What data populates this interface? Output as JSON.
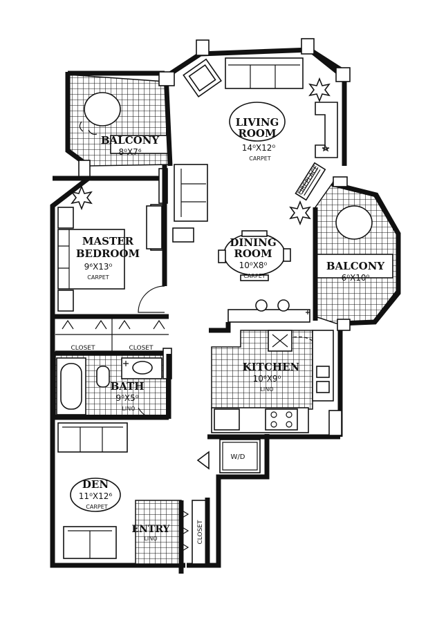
{
  "rooms": {
    "living": {
      "name_line1": "LIVING",
      "name_line2": "ROOM",
      "dims": "14⁰X12⁰",
      "floor": "CARPET"
    },
    "dining": {
      "name_line1": "DINING",
      "name_line2": "ROOM",
      "dims": "10⁰X8⁰",
      "floor": "CARPET"
    },
    "balcony_top": {
      "name": "BALCONY",
      "dims": "8⁰X7⁶"
    },
    "balcony_right": {
      "name": "BALCONY",
      "dims": "6⁰X10⁰"
    },
    "master": {
      "name_line1": "MASTER",
      "name_line2": "BEDROOM",
      "dims": "9⁶X13⁰",
      "floor": "CARPET"
    },
    "kitchen": {
      "name": "KITCHEN",
      "dims": "10⁶X9⁰",
      "floor": "LINO"
    },
    "bath": {
      "name": "BATH",
      "dims": "9⁶X5⁰",
      "floor": "LINO"
    },
    "den": {
      "name": "DEN",
      "dims": "11⁰X12⁶",
      "floor": "CARPET"
    },
    "entry": {
      "name": "ENTRY",
      "floor": "LINO"
    }
  },
  "fixtures": {
    "closet_left": "CLOSET",
    "closet_right": "CLOSET",
    "closet_entry": "CLOSET",
    "washer_dryer": "W/D",
    "fireplace": "FIREPLACE"
  }
}
